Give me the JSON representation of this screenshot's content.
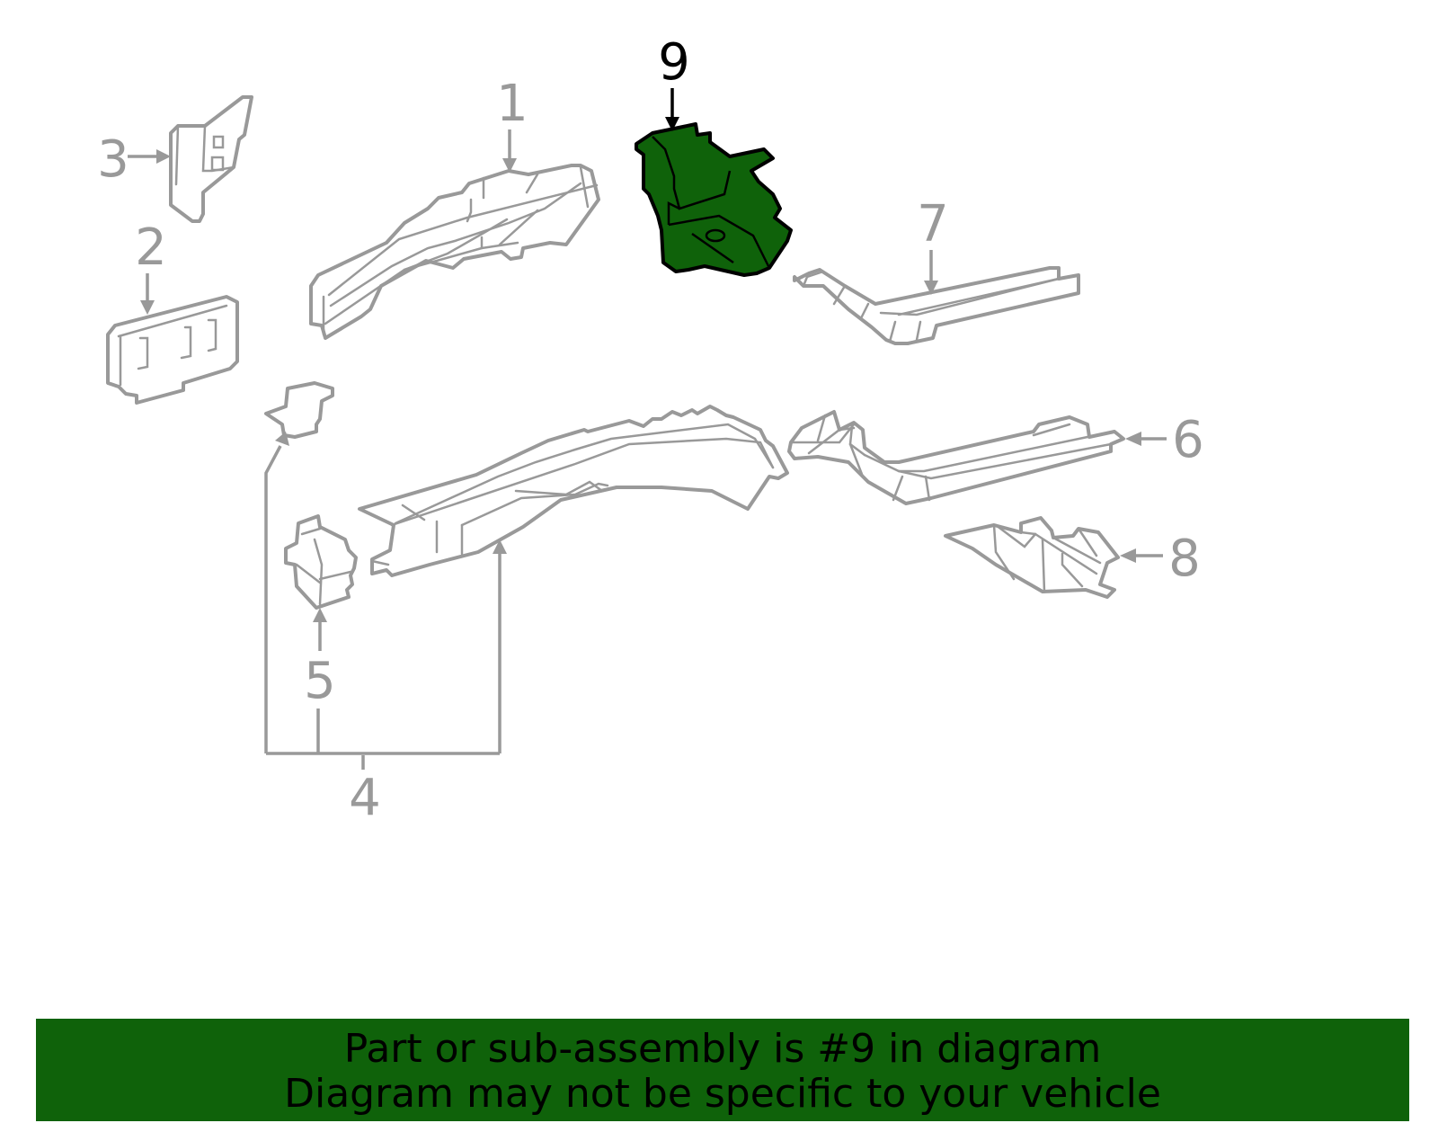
{
  "colors": {
    "highlight": "#0f620a",
    "part_outline": "#999999",
    "highlight_outline": "#000000",
    "banner": "#0f620a"
  },
  "diagram": {
    "callouts": [
      {
        "id": "1",
        "label": "1"
      },
      {
        "id": "2",
        "label": "2"
      },
      {
        "id": "3",
        "label": "3"
      },
      {
        "id": "4",
        "label": "4"
      },
      {
        "id": "5",
        "label": "5"
      },
      {
        "id": "6",
        "label": "6"
      },
      {
        "id": "7",
        "label": "7"
      },
      {
        "id": "8",
        "label": "8"
      },
      {
        "id": "9",
        "label": "9",
        "highlighted": true
      }
    ]
  },
  "banner": {
    "line1": "Part or sub-assembly is #9 in diagram",
    "line2": "Diagram may not be specific to your vehicle"
  }
}
